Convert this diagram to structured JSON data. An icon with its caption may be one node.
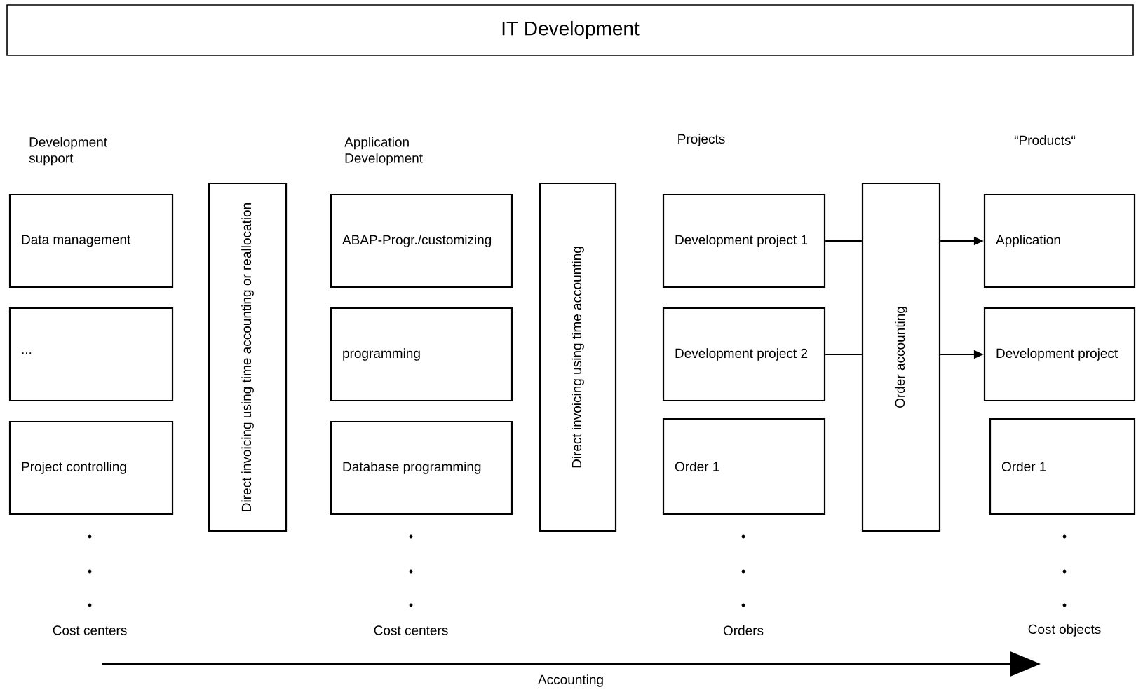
{
  "diagram": {
    "title": "IT Development",
    "nodes": [
      {
        "text": [
          "Data management"
        ]
      },
      {
        "text": [
          "..."
        ]
      },
      {
        "text": [
          "Project controlling"
        ]
      },
      {
        "text": [
          "Direct invoicing using time accounting or reallocation"
        ]
      },
      {
        "text": [
          "ABAP-Progr./customizing"
        ]
      },
      {
        "text": [
          "programming"
        ]
      },
      {
        "text": [
          "Database programming"
        ]
      },
      {
        "text": [
          "Direct invoicing using time accounting"
        ]
      },
      {
        "text": [
          "Development project 1"
        ]
      },
      {
        "text": [
          "Development project 2"
        ]
      },
      {
        "text": [
          "Order 1"
        ]
      },
      {
        "text": [
          "Order accounting"
        ]
      },
      {
        "text": [
          "Application"
        ]
      },
      {
        "text": [
          "Development project"
        ]
      },
      {
        "text": [
          "Order 1"
        ]
      }
    ],
    "edges": [
      {
        "from": 8,
        "to": 11,
        "arrow": "none"
      },
      {
        "from": 9,
        "to": 11,
        "arrow": "none"
      },
      {
        "from": 11,
        "to": 12,
        "arrow": "to"
      },
      {
        "from": 11,
        "to": 13,
        "arrow": "to"
      }
    ],
    "labels": [
      "Development support",
      "Application Development",
      "Projects",
      "“Products“",
      "Cost centers",
      "Cost centers",
      "Orders",
      "Cost objects",
      "Accounting"
    ]
  }
}
